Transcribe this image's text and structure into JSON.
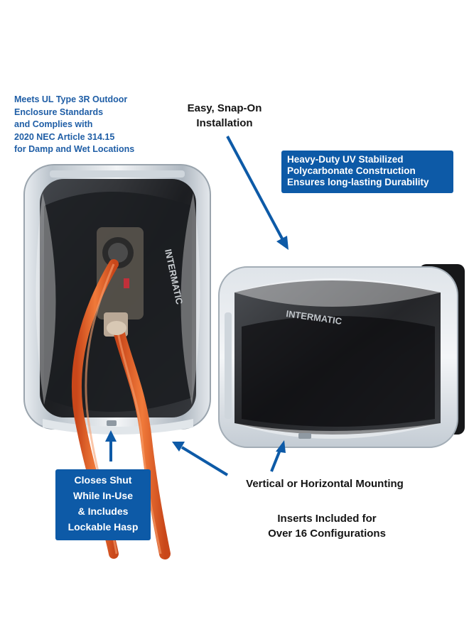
{
  "callouts": {
    "ul_standard": [
      "Meets UL Type 3R Outdoor",
      "Enclosure Standards",
      "and Complies with",
      "2020 NEC Article 314.15",
      "for Damp and Wet Locations"
    ],
    "snap_on": [
      "Easy, Snap-On",
      "Installation"
    ],
    "uv_badge": [
      "Heavy-Duty UV Stabilized",
      "Polycarbonate Construction",
      "Ensures long-lasting Durability"
    ],
    "closes_shut_badge": [
      "Closes Shut",
      "While In-Use",
      "& Includes",
      "Lockable Hasp"
    ],
    "mounting": "Vertical or Horizontal Mounting",
    "inserts": [
      "Inserts Included for",
      "Over 16 Configurations"
    ]
  },
  "product": {
    "brand_vertical": "INTERMATIC",
    "brand_horizontal": "INTERMATIC"
  },
  "colors": {
    "accent_blue": "#0d5aa7",
    "text_blue": "#1f5ea6",
    "cord_orange": "#e8642a"
  }
}
